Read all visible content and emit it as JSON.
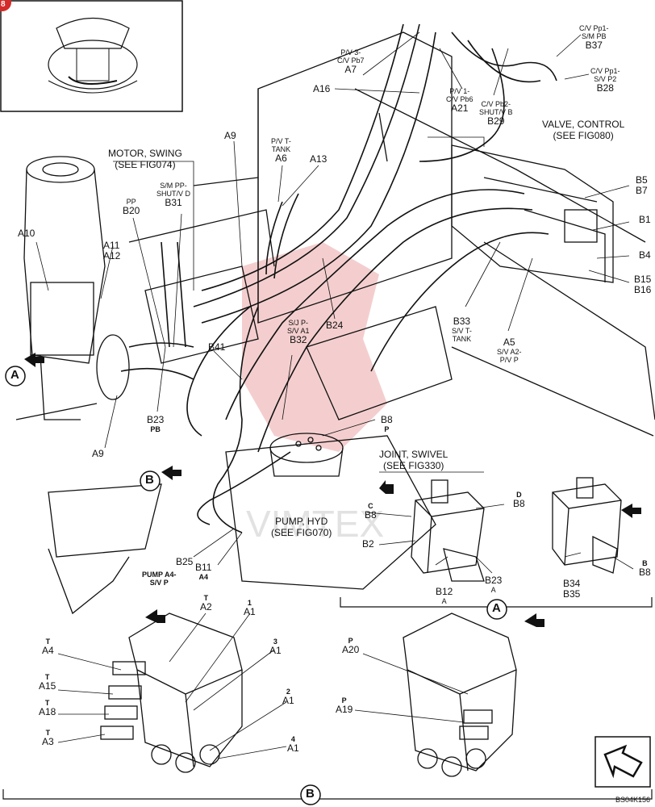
{
  "headings": {
    "motor_swing": [
      "MOTOR, SWING",
      "(SEE FIG074)"
    ],
    "valve_control": [
      "VALVE, CONTROL",
      "(SEE FIG080)"
    ],
    "joint_swivel": [
      "JOINT, SWIVEL",
      "(SEE FIG330)"
    ],
    "pump_hyd": [
      "PUMP, HYD",
      "(SEE FIG070)"
    ]
  },
  "ports": {
    "pv3_cvpb7": [
      "P/V 3-",
      "C/V Pb7",
      "A7"
    ],
    "cvpp1_smpb": [
      "C/V Pp1-",
      "S/M PB",
      "B37"
    ],
    "cvpp1_svp2": [
      "C/V Pp1-",
      "S/V P2",
      "B28"
    ],
    "a16": "A16",
    "pv1_cvpb6": [
      "P/V 1-",
      "C/V Pb6",
      "A21"
    ],
    "cvpb2_shutvb": [
      "C/V Pb2-",
      "SHUT/V B",
      "B29"
    ],
    "a9_top": "A9",
    "pvt_tank": [
      "P/V T-",
      "TANK",
      "A6"
    ],
    "a13": "A13",
    "pp_b20": [
      "PP",
      "B20"
    ],
    "smpp_shutvd": [
      "S/M PP-",
      "SHUT/V D",
      "B31"
    ],
    "a10": "A10",
    "a11_a12": [
      "A11",
      "A12"
    ],
    "b5_b7": [
      "B5",
      "B7"
    ],
    "b1": "B1",
    "b4": "B4",
    "b15_b16": [
      "B15",
      "B16"
    ],
    "b24": "B24",
    "sjp_sva1": [
      "S/J P-",
      "S/V A1",
      "B32"
    ],
    "b33": [
      "B33",
      "S/V T-",
      "TANK"
    ],
    "a5": [
      "A5",
      "S/V A2-",
      "P/V P"
    ],
    "b41": "B41",
    "b8p": [
      "B8",
      "P"
    ],
    "b23pb": [
      "B23",
      "PB"
    ],
    "a9_bottom": "A9",
    "cb8": [
      "C",
      "B8"
    ],
    "db8": [
      "D",
      "B8"
    ],
    "b2": "B2",
    "b12a": [
      "B12",
      "A"
    ],
    "b23a": [
      "B23",
      "A"
    ],
    "b34_b35": [
      "B34",
      "B35"
    ],
    "bb8": [
      "B",
      "B8"
    ],
    "b25": "B25",
    "pump_a4": [
      "PUMP A4-",
      "S/V P"
    ],
    "b11a4": [
      "B11",
      "A4"
    ],
    "ta2": [
      "T",
      "A2"
    ],
    "a1_1": [
      "1",
      "A1"
    ],
    "a1_3": [
      "3",
      "A1"
    ],
    "a1_2": [
      "2",
      "A1"
    ],
    "a1_4": [
      "4",
      "A1"
    ],
    "ta4": [
      "T",
      "A4"
    ],
    "ta15": [
      "T",
      "A15"
    ],
    "ta18": [
      "T",
      "A18"
    ],
    "ta3": [
      "T",
      "A3"
    ],
    "pa20": [
      "P",
      "A20"
    ],
    "pa19": [
      "P",
      "A19"
    ]
  },
  "callouts": {
    "a": "A",
    "b": "B",
    "a2": "A",
    "b2": "B"
  },
  "inset_badge": "8",
  "drawing_id": "BS04K156",
  "watermark": "VIMTEX"
}
